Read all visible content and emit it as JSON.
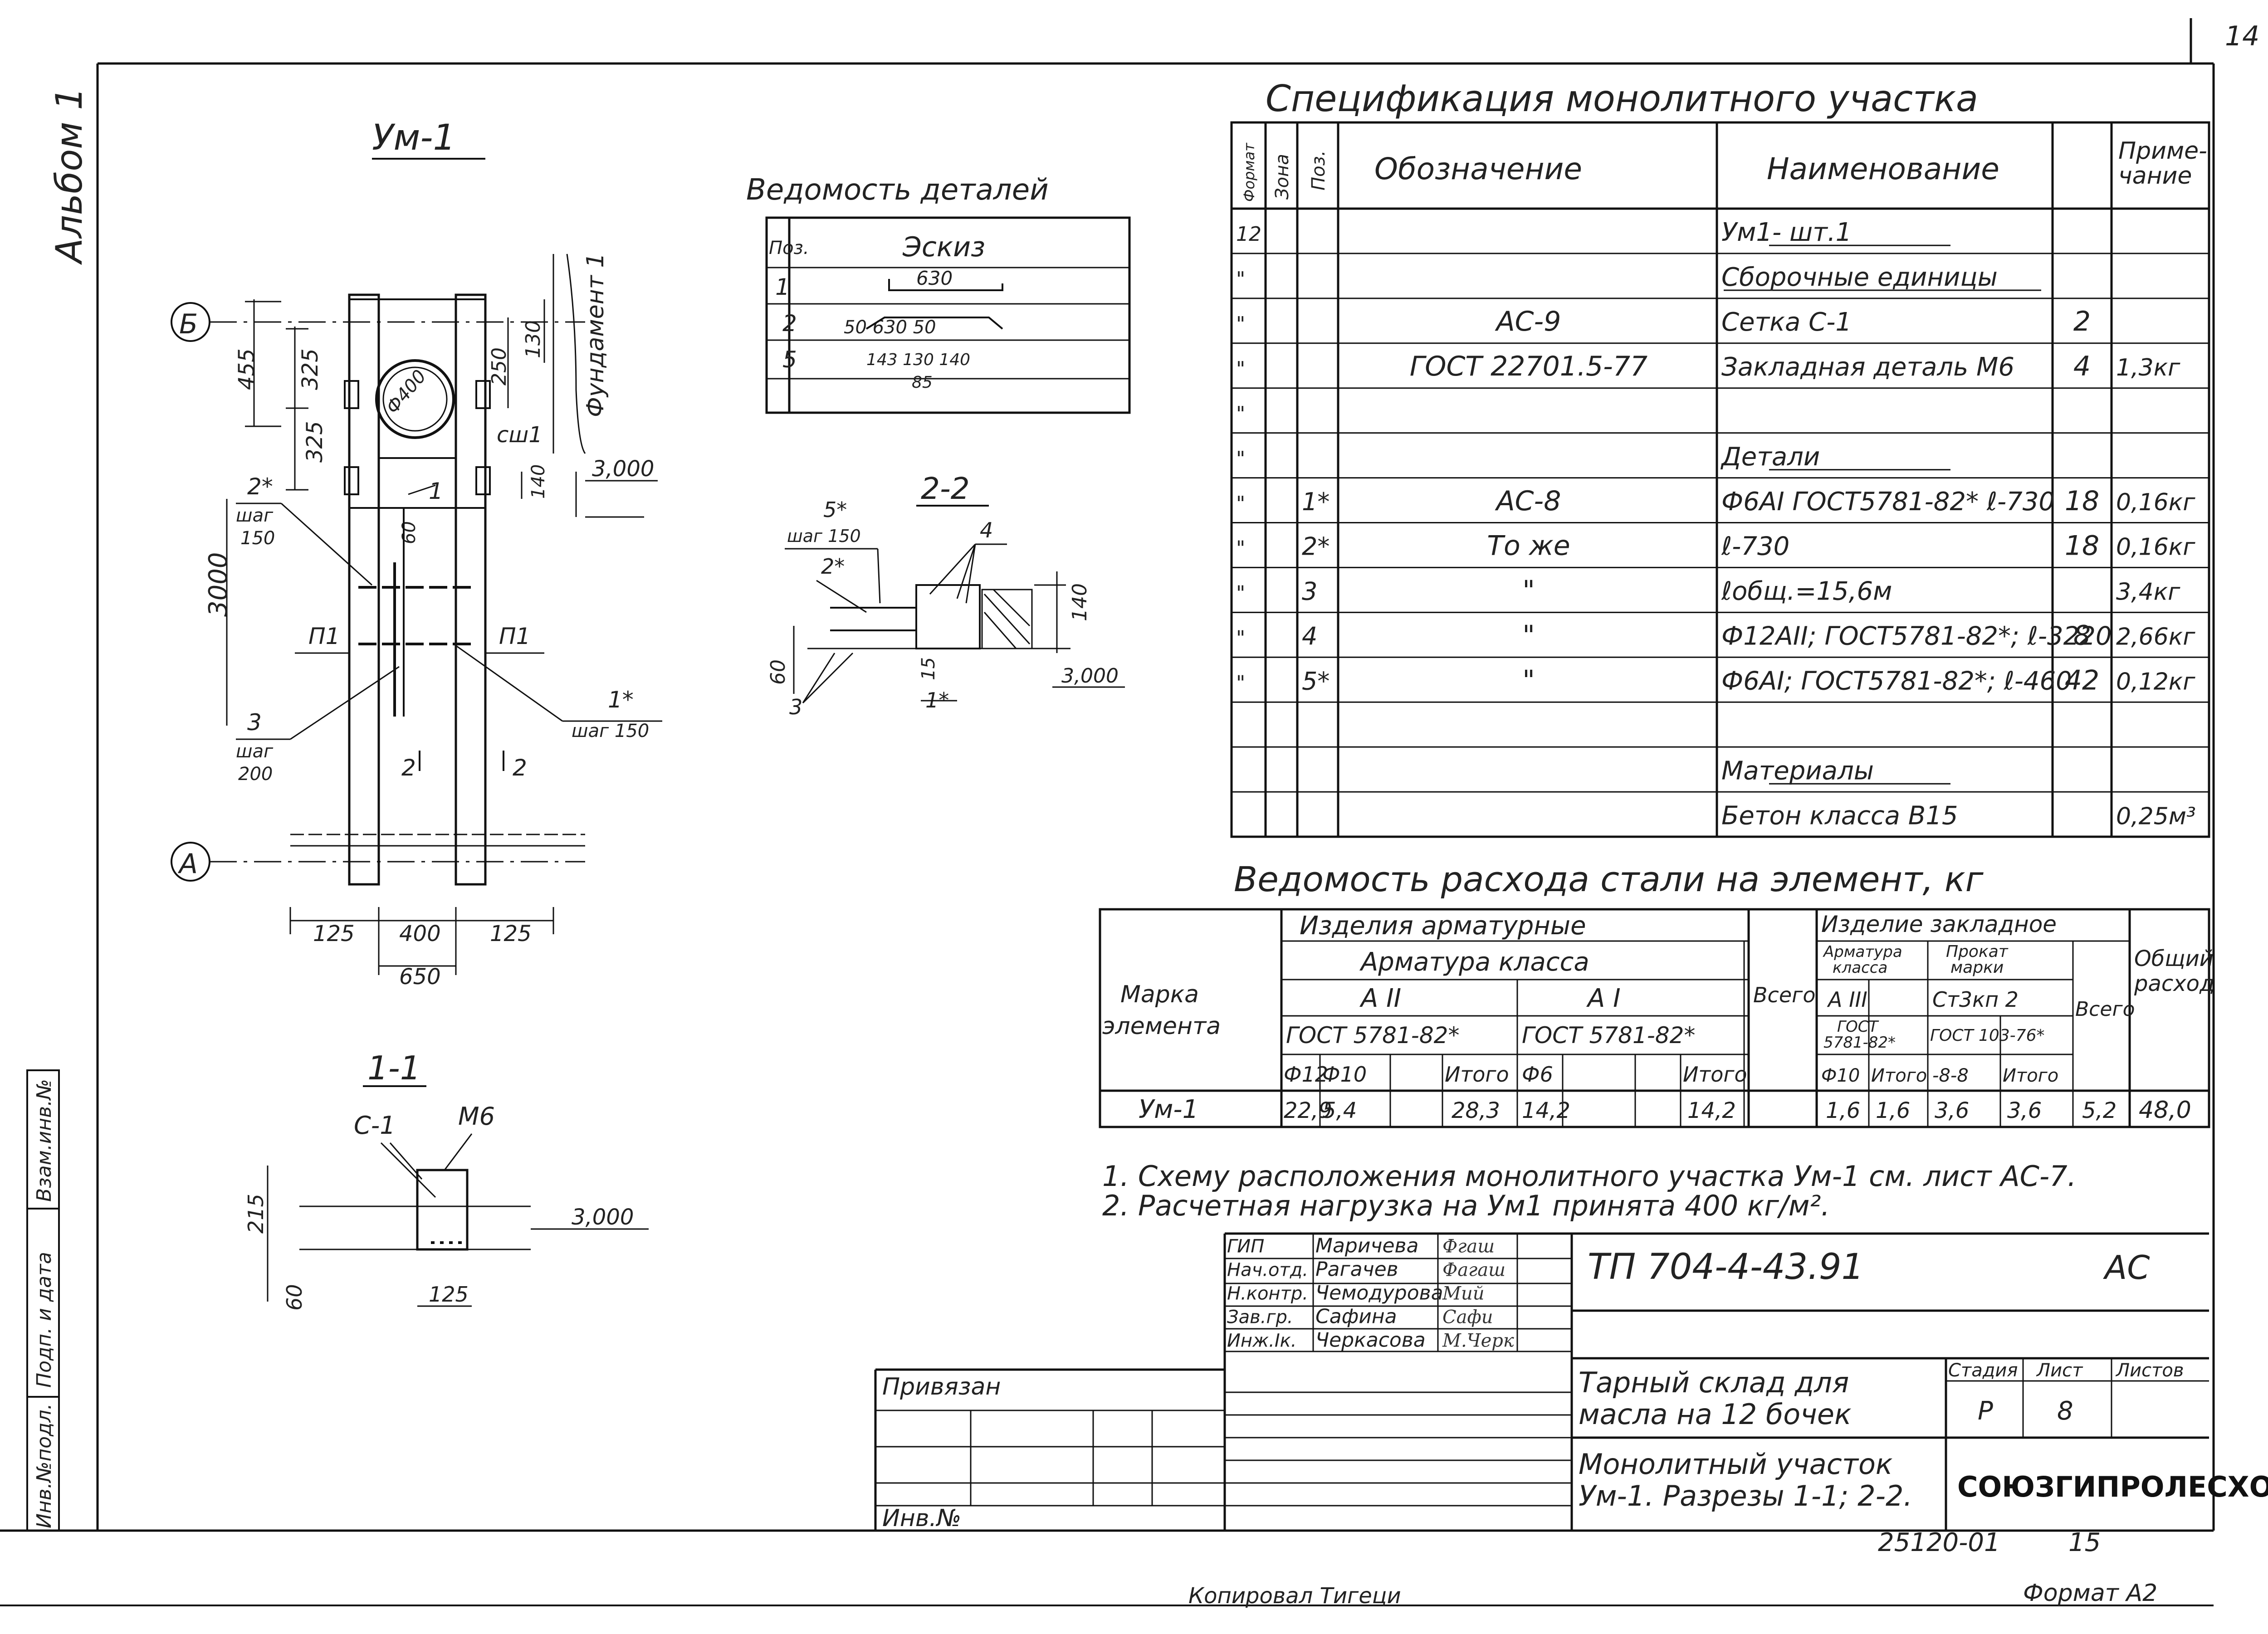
{
  "page": {
    "sheet_number": "14",
    "album": "Альбом 1",
    "copied_by": "Копировал Тигеци",
    "format": "Формат А2",
    "doc_code": "25120-01",
    "doc_code2": "15"
  },
  "plan": {
    "title": "Ум-1",
    "axis_b": "Б",
    "axis_a": "А",
    "dims": {
      "d455": "455",
      "d325a": "325",
      "d325b": "325",
      "d250": "250",
      "d130": "130",
      "d140": "140",
      "d3000": "3000",
      "d125a": "125",
      "d400": "400",
      "d125b": "125",
      "d650": "650"
    },
    "fund": "Фундамент 1",
    "pipe": "Ф400",
    "csh": "сш1",
    "elev": "3,000",
    "mark1": "1",
    "mark60": "60",
    "p1a": "П1",
    "p1b": "П1",
    "mk2": "2*",
    "shag150a": "шаг",
    "shag150a_v": "150",
    "mk1s": "1*",
    "shag150b": "шаг 150",
    "mk3": "3",
    "shag200": "шаг",
    "shag200_v": "200",
    "sec2a": "2",
    "sec2b": "2"
  },
  "section11": {
    "title": "1-1",
    "c1": "С-1",
    "m6": "М6",
    "d215": "215",
    "d60": "60",
    "d125": "125",
    "elev": "3,000"
  },
  "details": {
    "title": "Ведомость деталей",
    "head_pos": "Поз.",
    "head_sketch": "Эскиз",
    "rows": [
      {
        "pos": "1",
        "sketch": "630"
      },
      {
        "pos": "2",
        "sketch": "50 630 50"
      },
      {
        "pos": "5",
        "sketch": "143 130 140",
        "sketch2": "85"
      }
    ]
  },
  "section22": {
    "title": "2-2",
    "m5": "5*",
    "shag150": "шаг 150",
    "m2": "2*",
    "m4": "4",
    "d140": "140",
    "d60": "60",
    "d15": "15",
    "m3": "3",
    "m1": "1*",
    "elev": "3,000"
  },
  "spec": {
    "title": "Спецификация монолитного участка",
    "headers": {
      "format": "Формат",
      "zone": "Зона",
      "pos": "Поз.",
      "designation": "Обозначение",
      "name": "Наименование",
      "qty": "",
      "note": "Приме-\nчание"
    },
    "rows": [
      {
        "format": "12",
        "zone": "",
        "pos": "",
        "designation": "",
        "name": "Ум1- шт.1",
        "qty": "",
        "note": ""
      },
      {
        "format": "\"",
        "zone": "",
        "pos": "",
        "designation": "",
        "name": "Сборочные единицы",
        "qty": "",
        "note": ""
      },
      {
        "format": "\"",
        "zone": "",
        "pos": "",
        "designation": "АС-9",
        "name": "Сетка С-1",
        "qty": "2",
        "note": ""
      },
      {
        "format": "\"",
        "zone": "",
        "pos": "",
        "designation": "ГОСТ 22701.5-77",
        "name": "Закладная деталь М6",
        "qty": "4",
        "note": "1,3кг"
      },
      {
        "format": "\"",
        "zone": "",
        "pos": "",
        "designation": "",
        "name": "",
        "qty": "",
        "note": ""
      },
      {
        "format": "\"",
        "zone": "",
        "pos": "",
        "designation": "",
        "name": "Детали",
        "qty": "",
        "note": ""
      },
      {
        "format": "\"",
        "zone": "",
        "pos": "1*",
        "designation": "АС-8",
        "name": "Ф6АI ГОСТ5781-82* ℓ-730",
        "qty": "18",
        "note": "0,16кг"
      },
      {
        "format": "\"",
        "zone": "",
        "pos": "2*",
        "designation": "То же",
        "name": "ℓ-730",
        "qty": "18",
        "note": "0,16кг"
      },
      {
        "format": "\"",
        "zone": "",
        "pos": "3",
        "designation": "\"",
        "name": "ℓобщ.=15,6м",
        "qty": "",
        "note": "3,4кг"
      },
      {
        "format": "\"",
        "zone": "",
        "pos": "4",
        "designation": "\"",
        "name": "Ф12АII; ГОСТ5781-82*; ℓ-3220",
        "qty": "8",
        "note": "2,66кг"
      },
      {
        "format": "\"",
        "zone": "",
        "pos": "5*",
        "designation": "\"",
        "name": "Ф6АI; ГОСТ5781-82*; ℓ-460",
        "qty": "42",
        "note": "0,12кг"
      },
      {
        "format": "",
        "zone": "",
        "pos": "",
        "designation": "",
        "name": "",
        "qty": "",
        "note": ""
      },
      {
        "format": "",
        "zone": "",
        "pos": "",
        "designation": "",
        "name": "Материалы",
        "qty": "",
        "note": ""
      },
      {
        "format": "",
        "zone": "",
        "pos": "",
        "designation": "",
        "name": "Бетон класса В15",
        "qty": "",
        "note": "0,25м³"
      }
    ]
  },
  "steel": {
    "title": "Ведомость расхода стали на элемент, кг",
    "h_mark": "Марка\nэлемента",
    "h_arm": "Изделия арматурные",
    "h_arm_class": "Арматура класса",
    "h_a2": "А II",
    "h_a1": "А I",
    "h_gost_a": "ГОСТ 5781-82*",
    "h_gost_b": "ГОСТ 5781-82*",
    "h_f12": "Ф12",
    "h_f10": "Ф10",
    "h_itogo1": "Итого",
    "h_f6": "Ф6",
    "h_itogo2": "Итого",
    "h_vsego1": "Всего",
    "h_zakl": "Изделие закладное",
    "h_arm_kl": "Арматура\nкласса",
    "h_prokat": "Прокат\nмарки",
    "h_a3": "А III",
    "h_st3": "Ст3кп 2",
    "h_gost_c": "ГОСТ\n5781-82*",
    "h_gost_d": "ГОСТ 103-76*",
    "h_f10b": "Ф10",
    "h_itogo3": "Итого",
    "h_8": "-8-8",
    "h_itogo4": "Итого",
    "h_vsego2": "Всего",
    "h_total": "Общий\nрасход",
    "row": {
      "mark": "Ум-1",
      "f12": "22,9",
      "f10": "5,4",
      "itogo1": "28,3",
      "f6": "14,2",
      "itogo2": "14,2",
      "vsego1": "",
      "f10b": "1,6",
      "itogo3": "1,6",
      "s8": "3,6",
      "itogo4": "3,6",
      "vsego2": "5,2",
      "total": "48,0"
    }
  },
  "notes": {
    "n1": "1. Схему расположения монолитного участка Ум-1 см. лист АС-7.",
    "n2": "2. Расчетная нагрузка на Ум1 принята 400 кг/м²."
  },
  "stamp": {
    "roles": [
      "ГИП",
      "Нач.отд.",
      "Н.контр.",
      "Зав.гр.",
      "Инж.Iк."
    ],
    "names": [
      "Маричева",
      "Рагачев",
      "Чемодурова",
      "Сафина",
      "Черкасова"
    ],
    "signs": [
      "Фгаш",
      "Фагаш",
      "Мий",
      "Сафи",
      "М.Черк"
    ],
    "code": "ТП 704-4-43.91",
    "mark": "АС",
    "object": "Тарный склад для масла на 12 бочек",
    "sheet_title": "Монолитный участок Ум-1. Разрезы 1-1; 2-2.",
    "h_stage": "Стадия",
    "h_sheet": "Лист",
    "h_sheets": "Листов",
    "stage": "Р",
    "sheet": "8",
    "sheets": "",
    "org": "СОЮЗГИПРОЛЕСХОЗ",
    "privyazan": "Привязан",
    "inv": "Инв.№"
  },
  "side": {
    "inv_podl": "Инв.№подл.",
    "podp": "Подп. и дата",
    "vzam": "Взам.инв.№"
  }
}
